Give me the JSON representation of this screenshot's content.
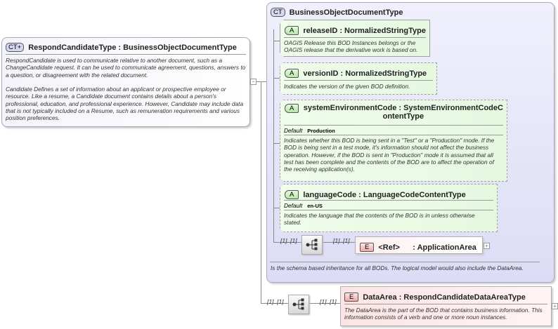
{
  "root": {
    "badge": "CT+",
    "title": "RespondCandidateType : BusinessObjectDocumentType",
    "description_1": "RespondCandidate is used to communicate relative to another document, such as a ChangeCandidate request. It can be used to communicate agreement, questions, answers to a question, or disagreement with the related document.",
    "description_2": "Candidate  Defines a set of information about an applicant or prospective employee or resource. Like a resume, a Candidate document contains details about a person's professional, education, and professional experience. However, Candidate may include data that is not typically included on a Resume, such as remuneration requirements and various position preferences."
  },
  "base": {
    "badge": "CT",
    "title": "BusinessObjectDocumentType",
    "description": "Is the schema based inheritance for all BODs. The logical model would also include the DataArea.",
    "attributes": [
      {
        "badge": "A",
        "title": "releaseID : NormalizedStringType",
        "description": "OAGIS Release this BOD Instances belongs or the OAGIS release that the derivative work is based on."
      },
      {
        "badge": "A",
        "title": "versionID : NormalizedStringType",
        "description": "Indicates the version of the given BOD definition."
      },
      {
        "badge": "A",
        "title": "systemEnvironmentCode : SystemEnvironmentCodeContentType",
        "default_label": "Default",
        "default_value": "Production",
        "description": "Indicates whether this BOD is being sent in a \"Test\" or a \"Production\" mode. If the BOD is being sent in a test mode, it's information should not affect the business operation. However, if the BOD is sent in \"Production\" mode it is assumed that all test has been complete and the contents of the BOD are to affect the operation of the receiving application(s)."
      },
      {
        "badge": "A",
        "title": "languageCode : LanguageCodeContentType",
        "default_label": "Default",
        "default_value": "en-US",
        "description": "Indicates the language that the contents of the BOD is in unless otherwise stated."
      }
    ],
    "sequence": {
      "mult_in": "[1]..[1]",
      "mult_out": "[1]..[1]"
    },
    "application_area": {
      "badge": "E",
      "title": "<Ref>      : ApplicationArea"
    }
  },
  "data_area": {
    "mult_in": "[1]..[1]",
    "mult_out": "[1]..[1]",
    "badge": "E",
    "title": "DataArea : RespondCandidateDataAreaType",
    "description": "The DataArea is the part of the BOD that contains business information. This information consists of a verb and one or more noun instances."
  },
  "icons": {
    "collapse": "minus",
    "expand": "plus",
    "sequence": "sequence-compositor"
  },
  "colors": {
    "complex_type": "#dcdcf6",
    "attribute": "#e6f8e0",
    "element": "#f0a8a8"
  }
}
